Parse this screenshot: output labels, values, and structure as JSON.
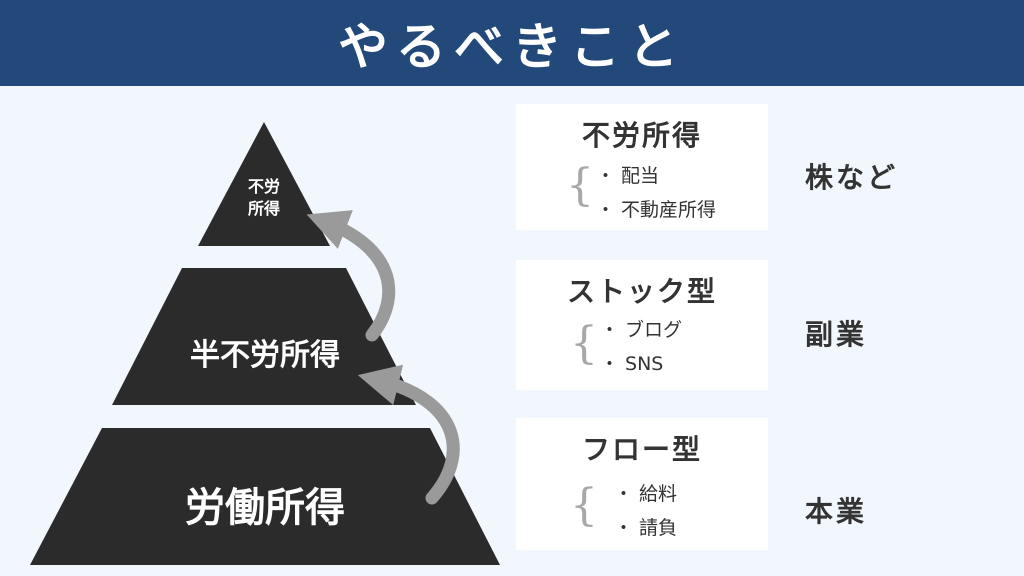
{
  "header": {
    "title": "やるべきこと",
    "bg_color": "#23497a"
  },
  "pyramid": {
    "color": "#2b2b2b",
    "tiers": [
      {
        "label_lines": [
          "不労",
          "所得"
        ]
      },
      {
        "label": "半不労所得"
      },
      {
        "label": "労働所得"
      }
    ],
    "arrow_color": "#9a9a9a"
  },
  "cards": [
    {
      "title": "不労所得",
      "items": [
        "配当",
        "不動産所得"
      ],
      "side_label": "株など"
    },
    {
      "title": "ストック型",
      "items": [
        "ブログ",
        "SNS"
      ],
      "side_label": "副業"
    },
    {
      "title": "フロー型",
      "items": [
        "給料",
        "請負"
      ],
      "side_label": "本業"
    }
  ],
  "bullet_mark": "・"
}
